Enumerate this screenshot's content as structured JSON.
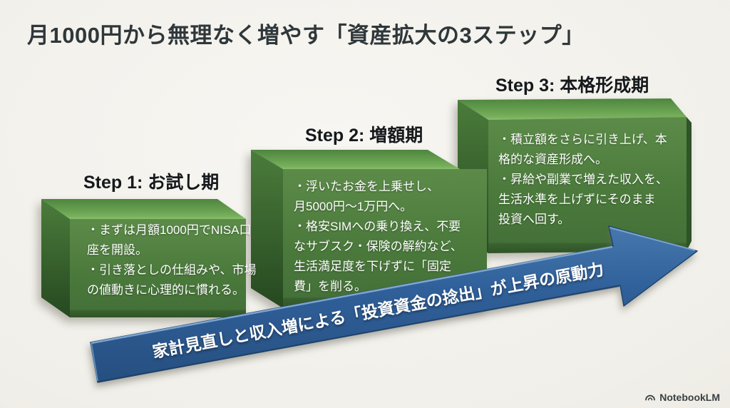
{
  "title": "月1000円から無理なく増やす「資産拡大の3ステップ」",
  "steps": [
    {
      "label": "Step 1: お試し期",
      "body": "・まずは月額1000円でNISA口\n座を開設。\n・引き落としの仕組みや、市場\nの値動きに心理的に慣れる。"
    },
    {
      "label": "Step 2: 増額期",
      "body": "・浮いたお金を上乗せし、\n月5000円〜1万円へ。\n・格安SIMへの乗り換え、不要\nなサブスク・保険の解約など、\n生活満足度を下げずに「固定\n費」を削る。"
    },
    {
      "label": "Step 3: 本格形成期",
      "body": "・積立額をさらに引き上げ、本\n格的な資産形成へ。\n・昇給や副業で増えた収入を、\n生活水準を上げずにそのまま\n投資へ回す。"
    }
  ],
  "arrow": {
    "text": "家計見直しと収入増による「投資資金の捻出」が上昇の原動力"
  },
  "watermark": {
    "text": "NotebookLM"
  },
  "colors": {
    "background": "#f1efe9",
    "step_green_front": "#4b7a3c",
    "step_green_top": "#6fa857",
    "step_green_side": "#3a652f",
    "arrow_blue": "#2f5f99",
    "title_text": "#2f373a",
    "body_text": "#ffffff"
  }
}
